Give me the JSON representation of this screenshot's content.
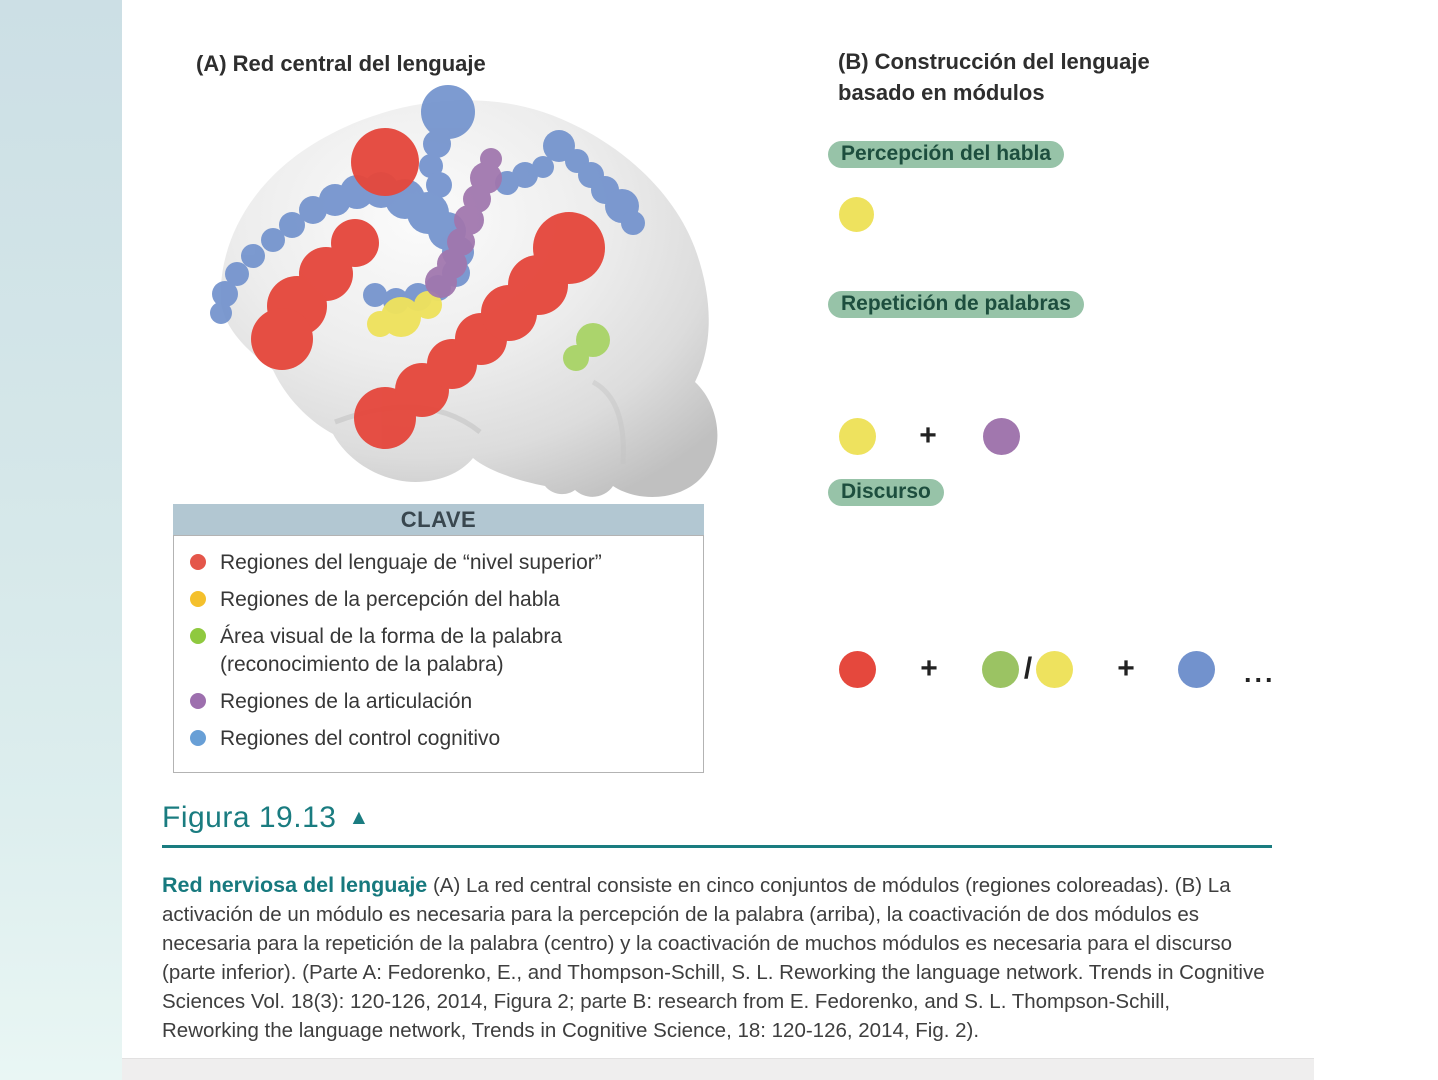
{
  "colors": {
    "accent_teal": "#1a7c80",
    "heading_highlight": "#97c3a8",
    "heading_text_green": "#1d4e3e",
    "key_header_bg": "#b2c7d2",
    "left_strip_top": "#ccdfe5",
    "left_strip_bottom": "#e9f6f4"
  },
  "module_colors": {
    "red": "#e5483d",
    "yellow": "#eee25e",
    "green": "#9bc363",
    "brain_green": "#a9d468",
    "purple": "#a177ae",
    "blue": "#7292cd"
  },
  "panel_a": {
    "title": "(A) Red central del lenguaje",
    "legend": {
      "title": "CLAVE",
      "items": [
        {
          "label": "Regiones del lenguaje de “nivel superior”",
          "color": "#e4564a"
        },
        {
          "label": "Regiones de la percepción del habla",
          "color": "#f4c02c"
        },
        {
          "label": "Área visual de la forma de la palabra (reconocimiento de la palabra)",
          "color": "#8fc93f"
        },
        {
          "label": "Regiones de la articulación",
          "color": "#9d6fae"
        },
        {
          "label": "Regiones del control cognitivo",
          "color": "#689fd6"
        }
      ]
    }
  },
  "panel_b": {
    "title_line1": "(B) Construcción del lenguaje",
    "title_line2": "basado en módulos",
    "sections": [
      {
        "heading": "Percepción del habla"
      },
      {
        "heading": "Repetición de palabras"
      },
      {
        "heading": "Discurso"
      }
    ],
    "plus": "+",
    "slash": "/",
    "ellipsis": "..."
  },
  "figure": {
    "label": "Figura 19.13",
    "marker": "▲"
  },
  "caption": {
    "lead": "Red nerviosa del lenguaje",
    "body": " (A) La red central consiste en cinco conjuntos de módulos (regiones coloreadas). (B) La activación de un módulo es necesaria para la percepción de la palabra (arriba), la coactivación de dos módulos es necesaria para la repetición de la palabra (centro) y la coactivación de muchos módulos es necesaria para el discurso (parte inferior). (Parte A: Fedorenko, E., and Thompson-Schill, S. L. Reworking the language network. Trends in Cognitive Sciences Vol. 18(3): 120-126, 2014, Figura 2; parte B: research from E. Fedorenko, and S. L. Thompson-Schill, Reworking the language network, Trends in Cognitive Science, 18: 120-126, 2014, Fig. 2)."
  }
}
